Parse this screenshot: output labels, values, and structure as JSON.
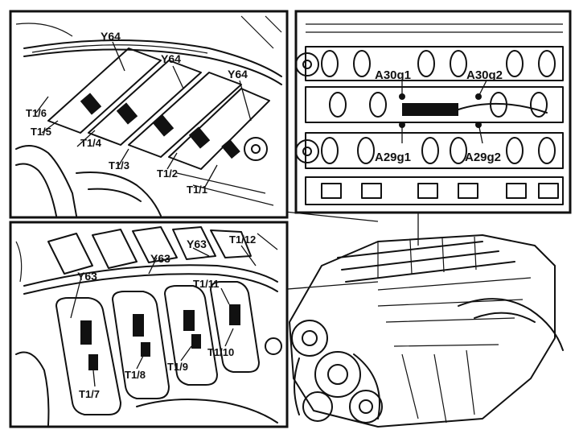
{
  "panels": {
    "top_left": {
      "labels": {
        "y64_a": "Y64",
        "y64_b": "Y64",
        "y64_c": "Y64",
        "t1_6": "T1/6",
        "t1_5": "T1/5",
        "t1_4": "T1/4",
        "t1_3": "T1/3",
        "t1_2": "T1/2",
        "t1_1": "T1/1"
      }
    },
    "top_right": {
      "labels": {
        "a30g1": "A30g1",
        "a30g2": "A30g2",
        "a29g1": "A29g1",
        "a29g2": "A29g2"
      }
    },
    "bottom_left": {
      "labels": {
        "y63_a": "Y63",
        "y63_b": "Y63",
        "y63_c": "Y63",
        "t1_12": "T1/12",
        "t1_11": "T1/11",
        "t1_10": "T1/10",
        "t1_9": "T1/9",
        "t1_8": "T1/8",
        "t1_7": "T1/7"
      }
    }
  }
}
